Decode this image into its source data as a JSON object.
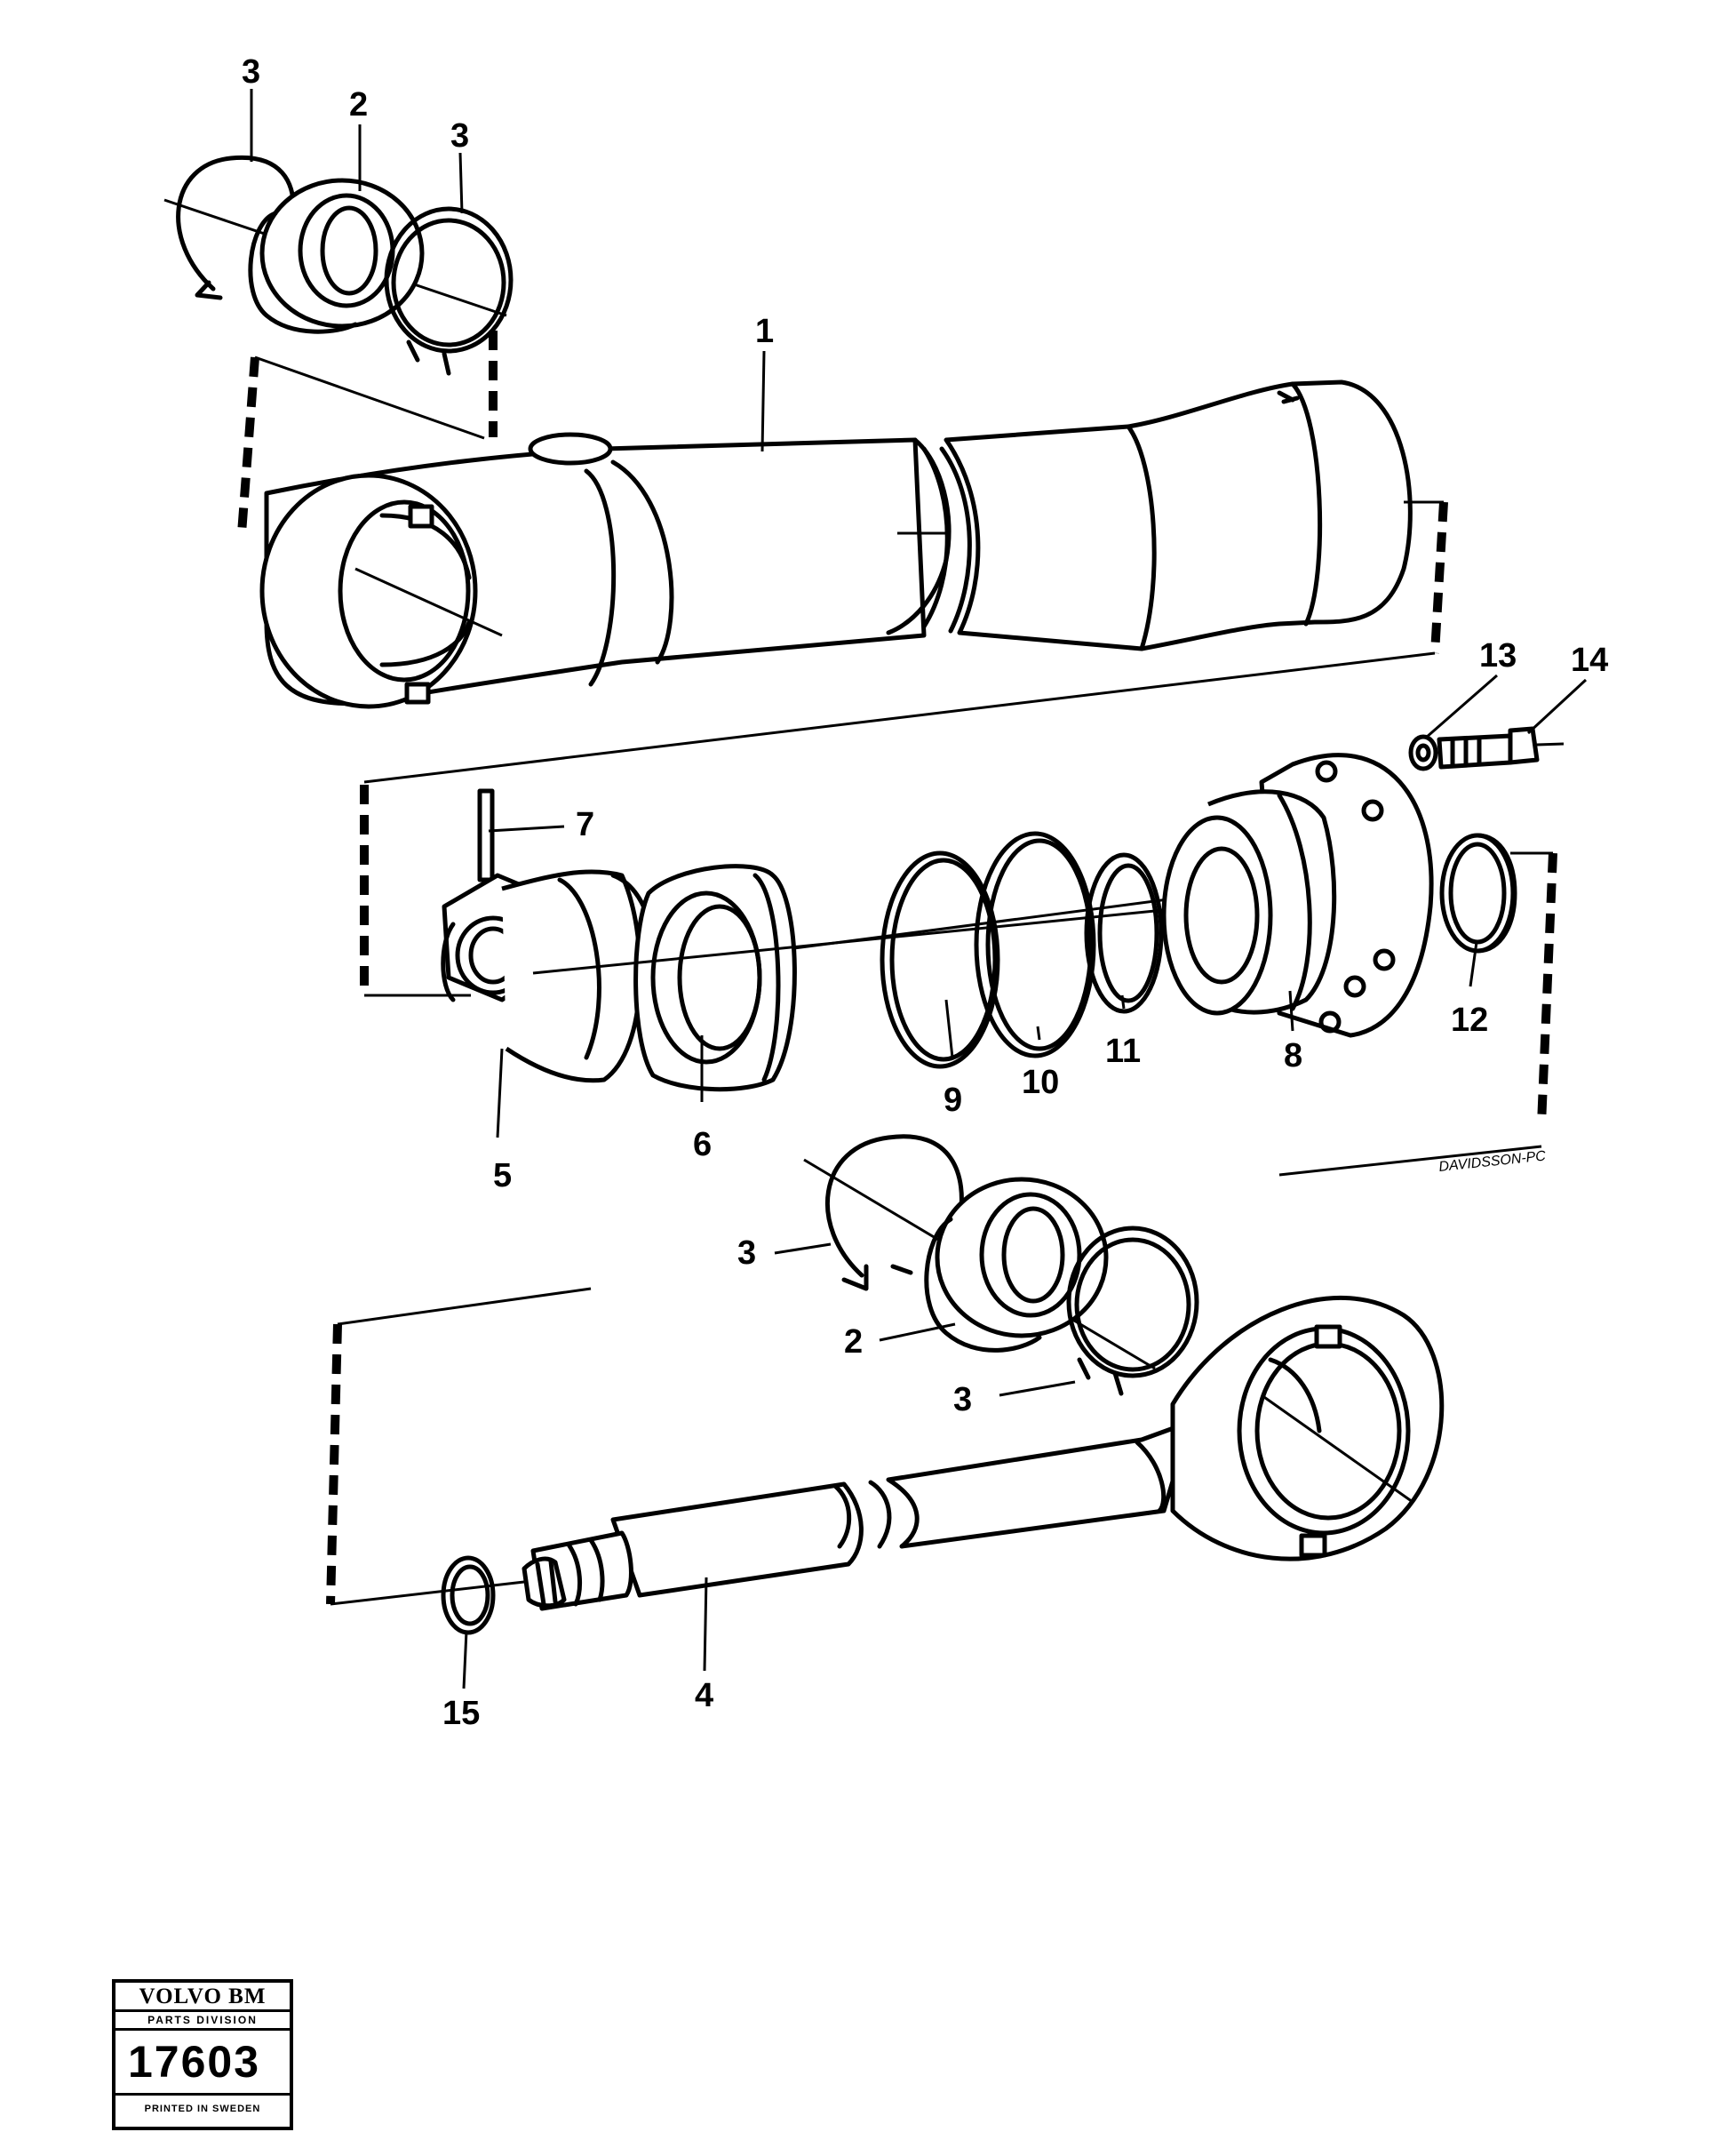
{
  "callouts": {
    "c1": "1",
    "c2_top": "2",
    "c3_top_left": "3",
    "c3_top_right": "3",
    "c4": "4",
    "c5": "5",
    "c6": "6",
    "c7": "7",
    "c8": "8",
    "c9": "9",
    "c10": "10",
    "c11": "11",
    "c12": "12",
    "c13": "13",
    "c14": "14",
    "c15": "15",
    "c2_bottom": "2",
    "c3_bottom_upper": "3",
    "c3_bottom_lower": "3"
  },
  "signature": "DAVIDSSON-PC",
  "stamp": {
    "brand": "VOLVO BM",
    "division": "PARTS DIVISION",
    "number": "17603",
    "printed": "PRINTED IN SWEDEN"
  }
}
